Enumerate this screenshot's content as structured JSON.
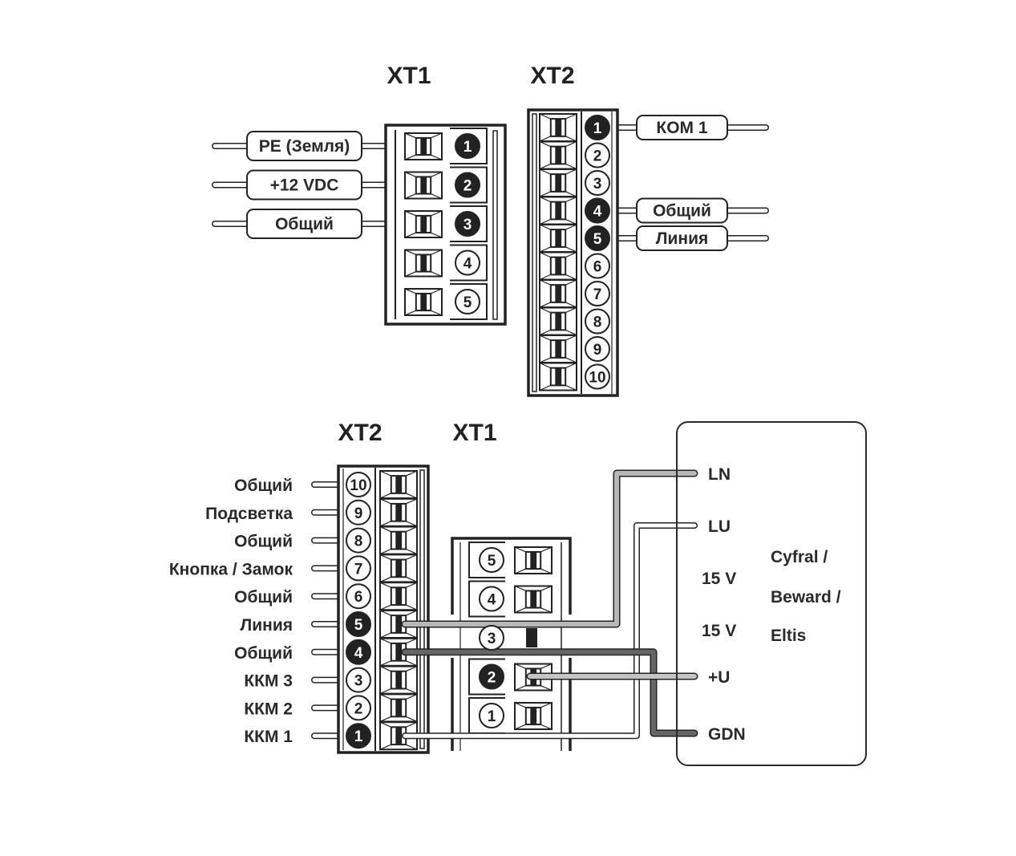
{
  "diagram": {
    "type": "wiring-diagram",
    "top": {
      "xt1": {
        "title": "XT1",
        "pins": [
          {
            "n": "1",
            "active": true,
            "label": "PE (Земля)"
          },
          {
            "n": "2",
            "active": true,
            "label": "+12 VDC"
          },
          {
            "n": "3",
            "active": true,
            "label": "Общий"
          },
          {
            "n": "4",
            "active": false,
            "label": ""
          },
          {
            "n": "5",
            "active": false,
            "label": ""
          }
        ]
      },
      "xt2": {
        "title": "XT2",
        "pins": [
          {
            "n": "1",
            "active": true,
            "label": "КОМ 1"
          },
          {
            "n": "2",
            "active": false,
            "label": ""
          },
          {
            "n": "3",
            "active": false,
            "label": ""
          },
          {
            "n": "4",
            "active": true,
            "label": "Общий"
          },
          {
            "n": "5",
            "active": true,
            "label": "Линия"
          },
          {
            "n": "6",
            "active": false,
            "label": ""
          },
          {
            "n": "7",
            "active": false,
            "label": ""
          },
          {
            "n": "8",
            "active": false,
            "label": ""
          },
          {
            "n": "9",
            "active": false,
            "label": ""
          },
          {
            "n": "10",
            "active": false,
            "label": ""
          }
        ]
      }
    },
    "bottom": {
      "xt2": {
        "title": "XT2",
        "pins": [
          {
            "n": "10",
            "active": false,
            "label": "Общий"
          },
          {
            "n": "9",
            "active": false,
            "label": "Подсветка"
          },
          {
            "n": "8",
            "active": false,
            "label": "Общий"
          },
          {
            "n": "7",
            "active": false,
            "label": "Кнопка / Замок"
          },
          {
            "n": "6",
            "active": false,
            "label": "Общий"
          },
          {
            "n": "5",
            "active": true,
            "label": "Линия"
          },
          {
            "n": "4",
            "active": true,
            "label": "Общий"
          },
          {
            "n": "3",
            "active": false,
            "label": "ККМ 3"
          },
          {
            "n": "2",
            "active": false,
            "label": "ККМ 2"
          },
          {
            "n": "1",
            "active": true,
            "label": "ККМ 1"
          }
        ]
      },
      "xt1": {
        "title": "XT1",
        "pins": [
          {
            "n": "5",
            "active": false
          },
          {
            "n": "4",
            "active": false
          },
          {
            "n": "3",
            "active": false
          },
          {
            "n": "2",
            "active": true
          },
          {
            "n": "1",
            "active": false
          }
        ]
      },
      "device": {
        "name_lines": [
          "Cyfral /",
          "Beward /",
          "Eltis"
        ],
        "terminals": [
          "LN",
          "LU",
          "+U",
          "GDN"
        ],
        "voltages": [
          "15 V",
          "15 V"
        ]
      },
      "wires": [
        {
          "from": "XT2.5",
          "to": "LN",
          "color": "#b8b8b8"
        },
        {
          "from": "XT2.1",
          "to": "LU",
          "color": "#ffffff"
        },
        {
          "from": "XT1.2",
          "to": "+U",
          "color": "#c4c4c4"
        },
        {
          "from": "XT2.4",
          "to": "GDN",
          "color": "#666666"
        }
      ]
    }
  }
}
